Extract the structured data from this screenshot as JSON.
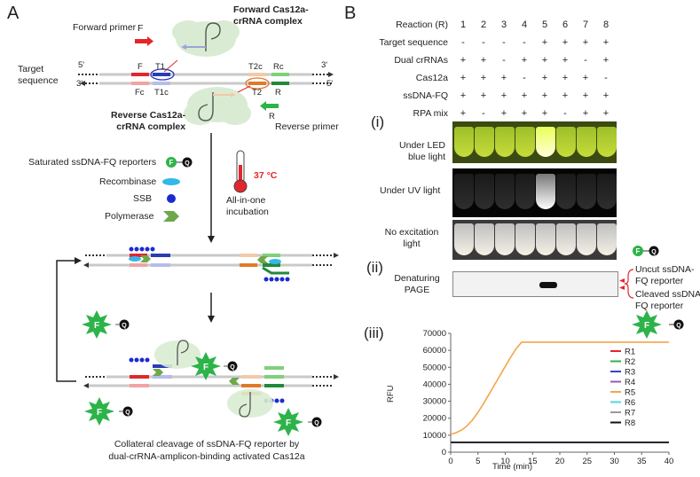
{
  "panelA": {
    "letter": "A",
    "forward_primer": "Forward primer",
    "F": "F",
    "forward_complex_line1": "Forward Cas12a-",
    "forward_complex_line2": "crRNA complex",
    "target_line1": "Target",
    "target_line2": "sequence",
    "five_prime": "5'",
    "three_prime": "3'",
    "T1": "T1",
    "T2c": "T2c",
    "Rc": "Rc",
    "Fc": "Fc",
    "T1c": "T1c",
    "T2": "T2",
    "R": "R",
    "reverse_complex_line1": "Reverse Cas12a-",
    "reverse_complex_line2": "crRNA complex",
    "reverse_primer": "Reverse primer",
    "reporters": "Saturated ssDNA-FQ reporters",
    "recombinase": "Recombinase",
    "ssb": "SSB",
    "polymerase": "Polymerase",
    "temperature": "37 °C",
    "incubation_line1": "All-in-one",
    "incubation_line2": "incubation",
    "fluor": "F",
    "quencher": "Q",
    "caption_line1": "Collateral cleavage of ssDNA-FQ reporter by",
    "caption_line2": "dual-crRNA-amplicon-binding activated Cas12a"
  },
  "panelB": {
    "letter": "B",
    "rows": [
      {
        "label": "Reaction (R)",
        "values": [
          "1",
          "2",
          "3",
          "4",
          "5",
          "6",
          "7",
          "8"
        ]
      },
      {
        "label": "Target sequence",
        "values": [
          "-",
          "-",
          "-",
          "-",
          "+",
          "+",
          "+",
          "+"
        ]
      },
      {
        "label": "Dual crRNAs",
        "values": [
          "+",
          "+",
          "-",
          "+",
          "+",
          "+",
          "-",
          "+"
        ]
      },
      {
        "label": "Cas12a",
        "values": [
          "+",
          "+",
          "+",
          "-",
          "+",
          "+",
          "+",
          "-"
        ]
      },
      {
        "label": "ssDNA-FQ",
        "values": [
          "+",
          "+",
          "+",
          "+",
          "+",
          "+",
          "+",
          "+"
        ]
      },
      {
        "label": "RPA mix",
        "values": [
          "+",
          "-",
          "+",
          "+",
          "+",
          "-",
          "+",
          "+"
        ]
      }
    ],
    "sub_i": "(i)",
    "sub_ii": "(ii)",
    "sub_iii": "(iii)",
    "led_line1": "Under LED",
    "led_line2": "blue light",
    "uv": "Under UV light",
    "noexc_line1": "No excitation",
    "noexc_line2": "light",
    "page_line1": "Denaturing",
    "page_line2": "PAGE",
    "uncut_line1": "Uncut ssDNA-",
    "uncut_line2": "FQ reporter",
    "cleaved_line1": "Cleaved ssDNA-",
    "cleaved_line2": "FQ reporter",
    "fluor": "F",
    "quencher": "Q"
  },
  "chart_data": {
    "type": "line",
    "xlabel": "Time (min)",
    "ylabel": "RFU",
    "xlim": [
      0,
      40
    ],
    "ylim": [
      0,
      70000
    ],
    "xticks": [
      "0",
      "5",
      "10",
      "15",
      "20",
      "25",
      "30",
      "35",
      "40"
    ],
    "yticks": [
      "0",
      "10000",
      "20000",
      "30000",
      "40000",
      "50000",
      "60000",
      "70000"
    ],
    "legend_position": "top-right",
    "series": [
      {
        "name": "R1",
        "color": "#e3262b",
        "x": [
          0,
          40
        ],
        "y": [
          5800,
          5800
        ]
      },
      {
        "name": "R2",
        "color": "#2db34a",
        "x": [
          0,
          40
        ],
        "y": [
          5800,
          5800
        ]
      },
      {
        "name": "R3",
        "color": "#3a3fd1",
        "x": [
          0,
          40
        ],
        "y": [
          5800,
          5800
        ]
      },
      {
        "name": "R4",
        "color": "#9b59b6",
        "x": [
          0,
          40
        ],
        "y": [
          5800,
          5800
        ]
      },
      {
        "name": "R5",
        "color": "#f5a54a",
        "x": [
          0,
          1,
          2,
          3,
          4,
          5,
          6,
          7,
          8,
          9,
          10,
          11,
          12,
          13,
          14,
          40
        ],
        "y": [
          10500,
          11500,
          13000,
          15500,
          19000,
          23500,
          28500,
          34000,
          39500,
          45000,
          50500,
          56000,
          61000,
          64800,
          64800,
          64800
        ]
      },
      {
        "name": "R6",
        "color": "#4fd6e6",
        "x": [
          0,
          40
        ],
        "y": [
          5900,
          5900
        ]
      },
      {
        "name": "R7",
        "color": "#9a9a9a",
        "x": [
          0,
          40
        ],
        "y": [
          5800,
          5800
        ]
      },
      {
        "name": "R8",
        "color": "#111111",
        "x": [
          0,
          40
        ],
        "y": [
          5800,
          5800
        ]
      }
    ]
  }
}
